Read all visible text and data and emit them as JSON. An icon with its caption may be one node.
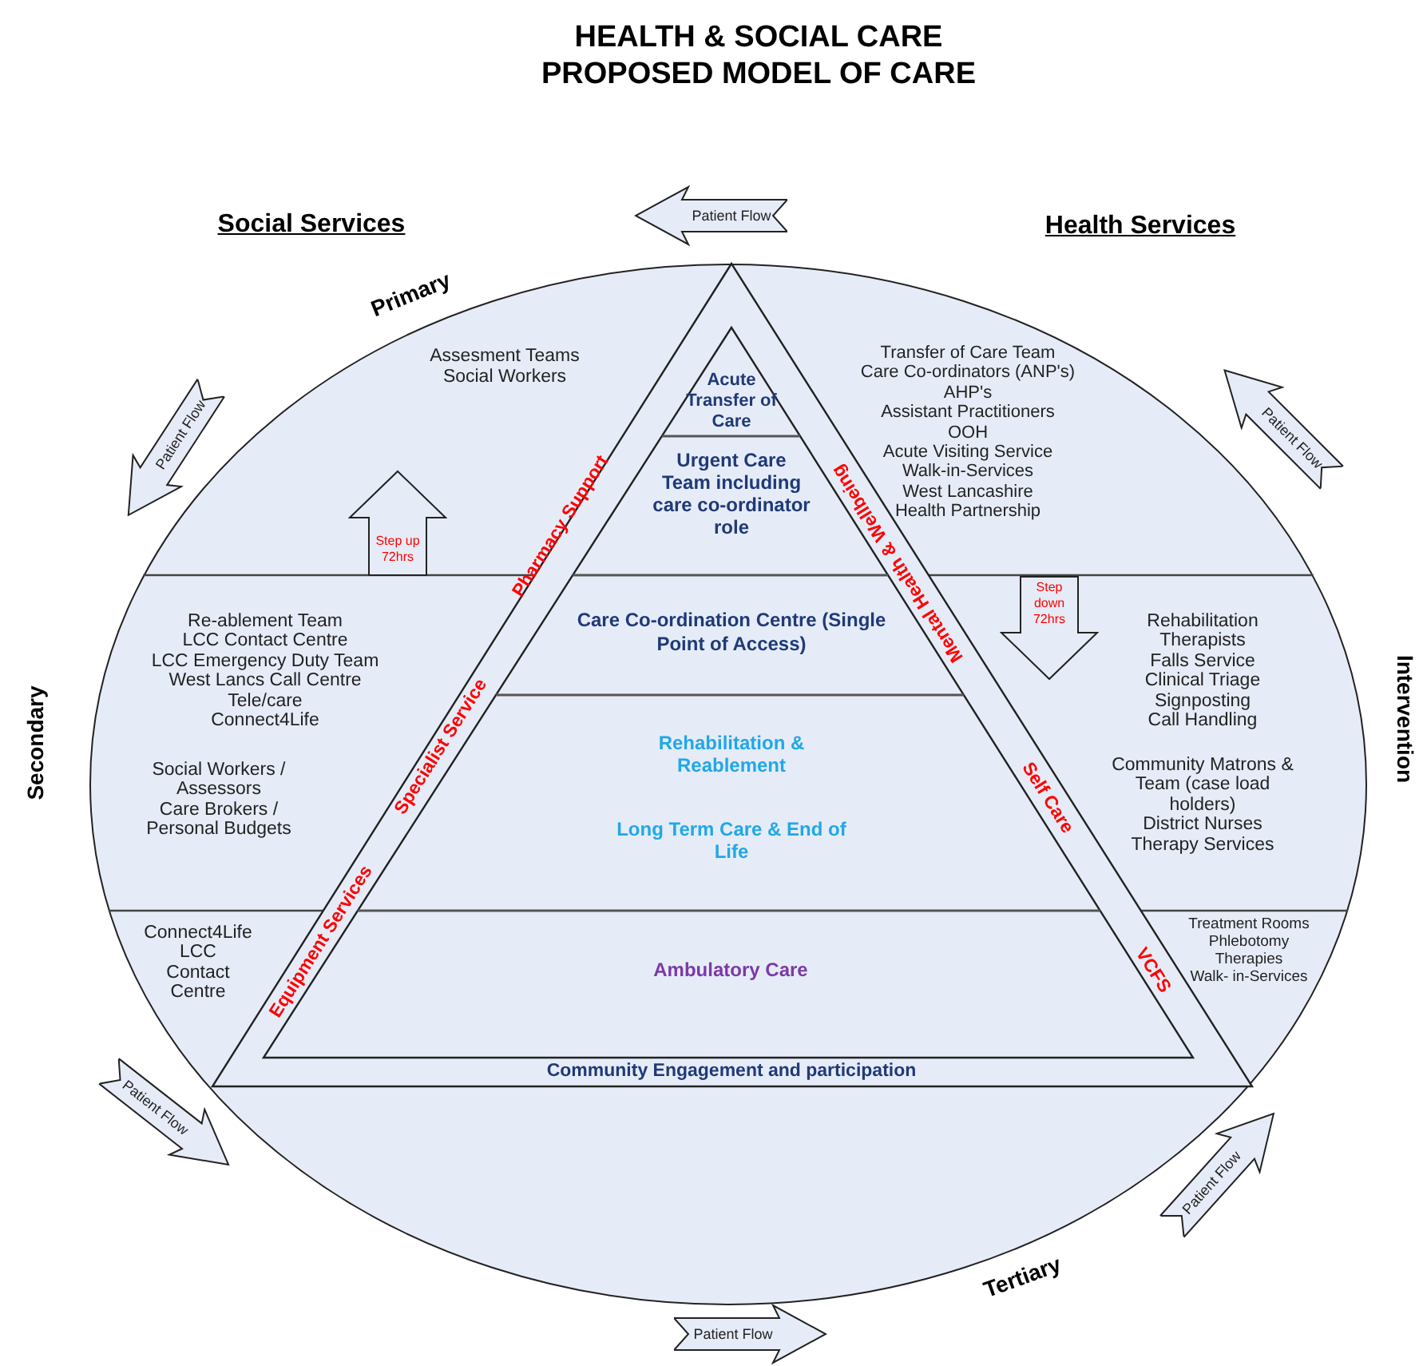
{
  "diagram": {
    "title": "HEALTH & SOCIAL CARE PROPOSED MODEL OF CARE",
    "nodes": [
      {
        "text": [],
        "shape": "circle"
      },
      {
        "text": [],
        "shape": "triangle",
        "in": 0
      },
      {
        "text": [
          "Acute Transfer of Care"
        ],
        "in": 1
      },
      {
        "text": [
          "Urgent Care Team including care co-ordinator role"
        ],
        "in": 1
      },
      {
        "text": [
          "Care Co-ordination Centre (Single Point of Access)"
        ],
        "in": 1
      },
      {
        "text": [
          "Rehabilitation & Reablement",
          "Long Term Care & End of Life"
        ],
        "in": 1
      },
      {
        "text": [
          "Ambulatory Care"
        ],
        "in": 1
      },
      {
        "text": [
          "Step up 72hrs"
        ],
        "in": 0
      },
      {
        "text": [
          "Step down 72hrs"
        ],
        "in": 0
      },
      {
        "text": [
          "Patient Flow"
        ]
      },
      {
        "text": [
          "Patient Flow"
        ]
      },
      {
        "text": [
          "Patient Flow"
        ]
      },
      {
        "text": [
          "Patient Flow"
        ]
      },
      {
        "text": [
          "Patient Flow"
        ]
      },
      {
        "text": [
          "Patient Flow"
        ]
      }
    ],
    "labels": [
      "Social Services",
      "Health Services",
      "Primary",
      "Assesment Teams",
      "Social Workers",
      "Transfer of Care Team",
      "Care Co-ordinators (ANP's)",
      "AHP's",
      "Assistant Practitioners",
      "OOH",
      "Acute Visiting Service",
      "Walk-in-Services",
      "West Lancashire Health Partnership",
      "Pharmacy Support",
      "Mental Health & Wellbeing",
      "Re-ablement Team",
      "LCC Contact Centre",
      "LCC Emergency Duty Team",
      "West Lancs Call Centre",
      "Tele/care",
      "Connect4Life",
      "Social Workers / Assessors",
      "Care Brokers / Personal Budgets",
      "Secondary",
      "Intervention",
      "Rehabilitation Therapists",
      "Falls Service",
      "Clinical Triage",
      "Signposting",
      "Call Handling",
      "Community Matrons & Team (case load holders)",
      "District Nurses",
      "Therapy Services",
      "Specialist Service",
      "Self Care",
      "Connect4Life",
      "LCC Contact Centre",
      "Equipment Services",
      "Treatment Rooms",
      "Phlebotomy",
      "Therapies",
      "Walk- in-Services",
      "VCFS",
      "Community Engagement and participation",
      "Tertiary"
    ]
  }
}
